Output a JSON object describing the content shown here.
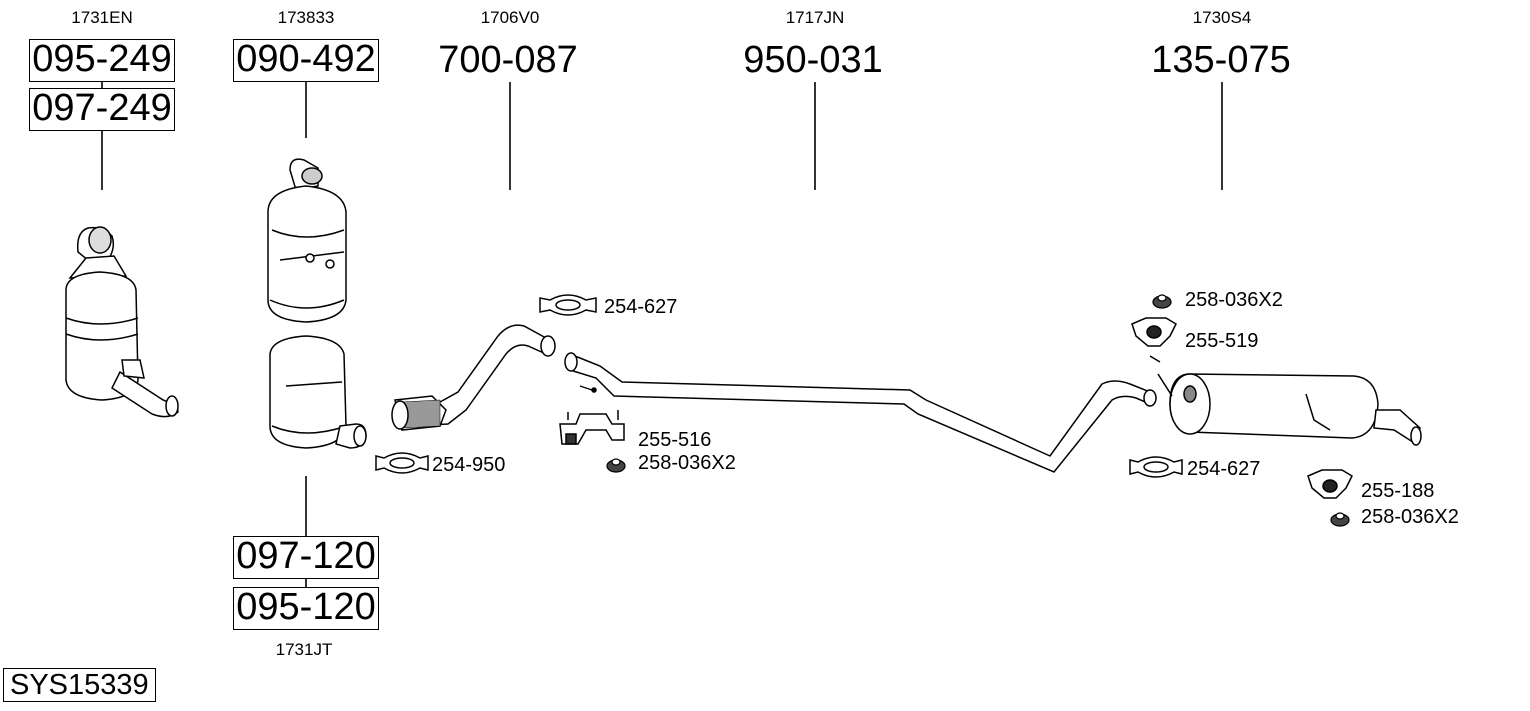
{
  "diagram": {
    "system_code": "SYS15339",
    "components": [
      {
        "ref": "1731EN",
        "parts": [
          "095-249",
          "097-249"
        ]
      },
      {
        "ref": "173833",
        "parts": [
          "090-492"
        ]
      },
      {
        "ref": "1706V0",
        "parts": [
          "700-087"
        ]
      },
      {
        "ref": "1717JN",
        "parts": [
          "950-031"
        ]
      },
      {
        "ref": "1730S4",
        "parts": [
          "135-075"
        ]
      },
      {
        "ref": "1731JT",
        "parts": [
          "097-120",
          "095-120"
        ]
      }
    ],
    "accessories": {
      "clamp_front": "254-627",
      "clamp_rear": "254-627",
      "clamp_dpf": "254-950",
      "mount_front": "255-516",
      "nut_front": "258-036X2",
      "nut_mid": "258-036X2",
      "mount_mid": "255-519",
      "mount_rear": "255-188",
      "nut_rear": "258-036X2"
    }
  }
}
